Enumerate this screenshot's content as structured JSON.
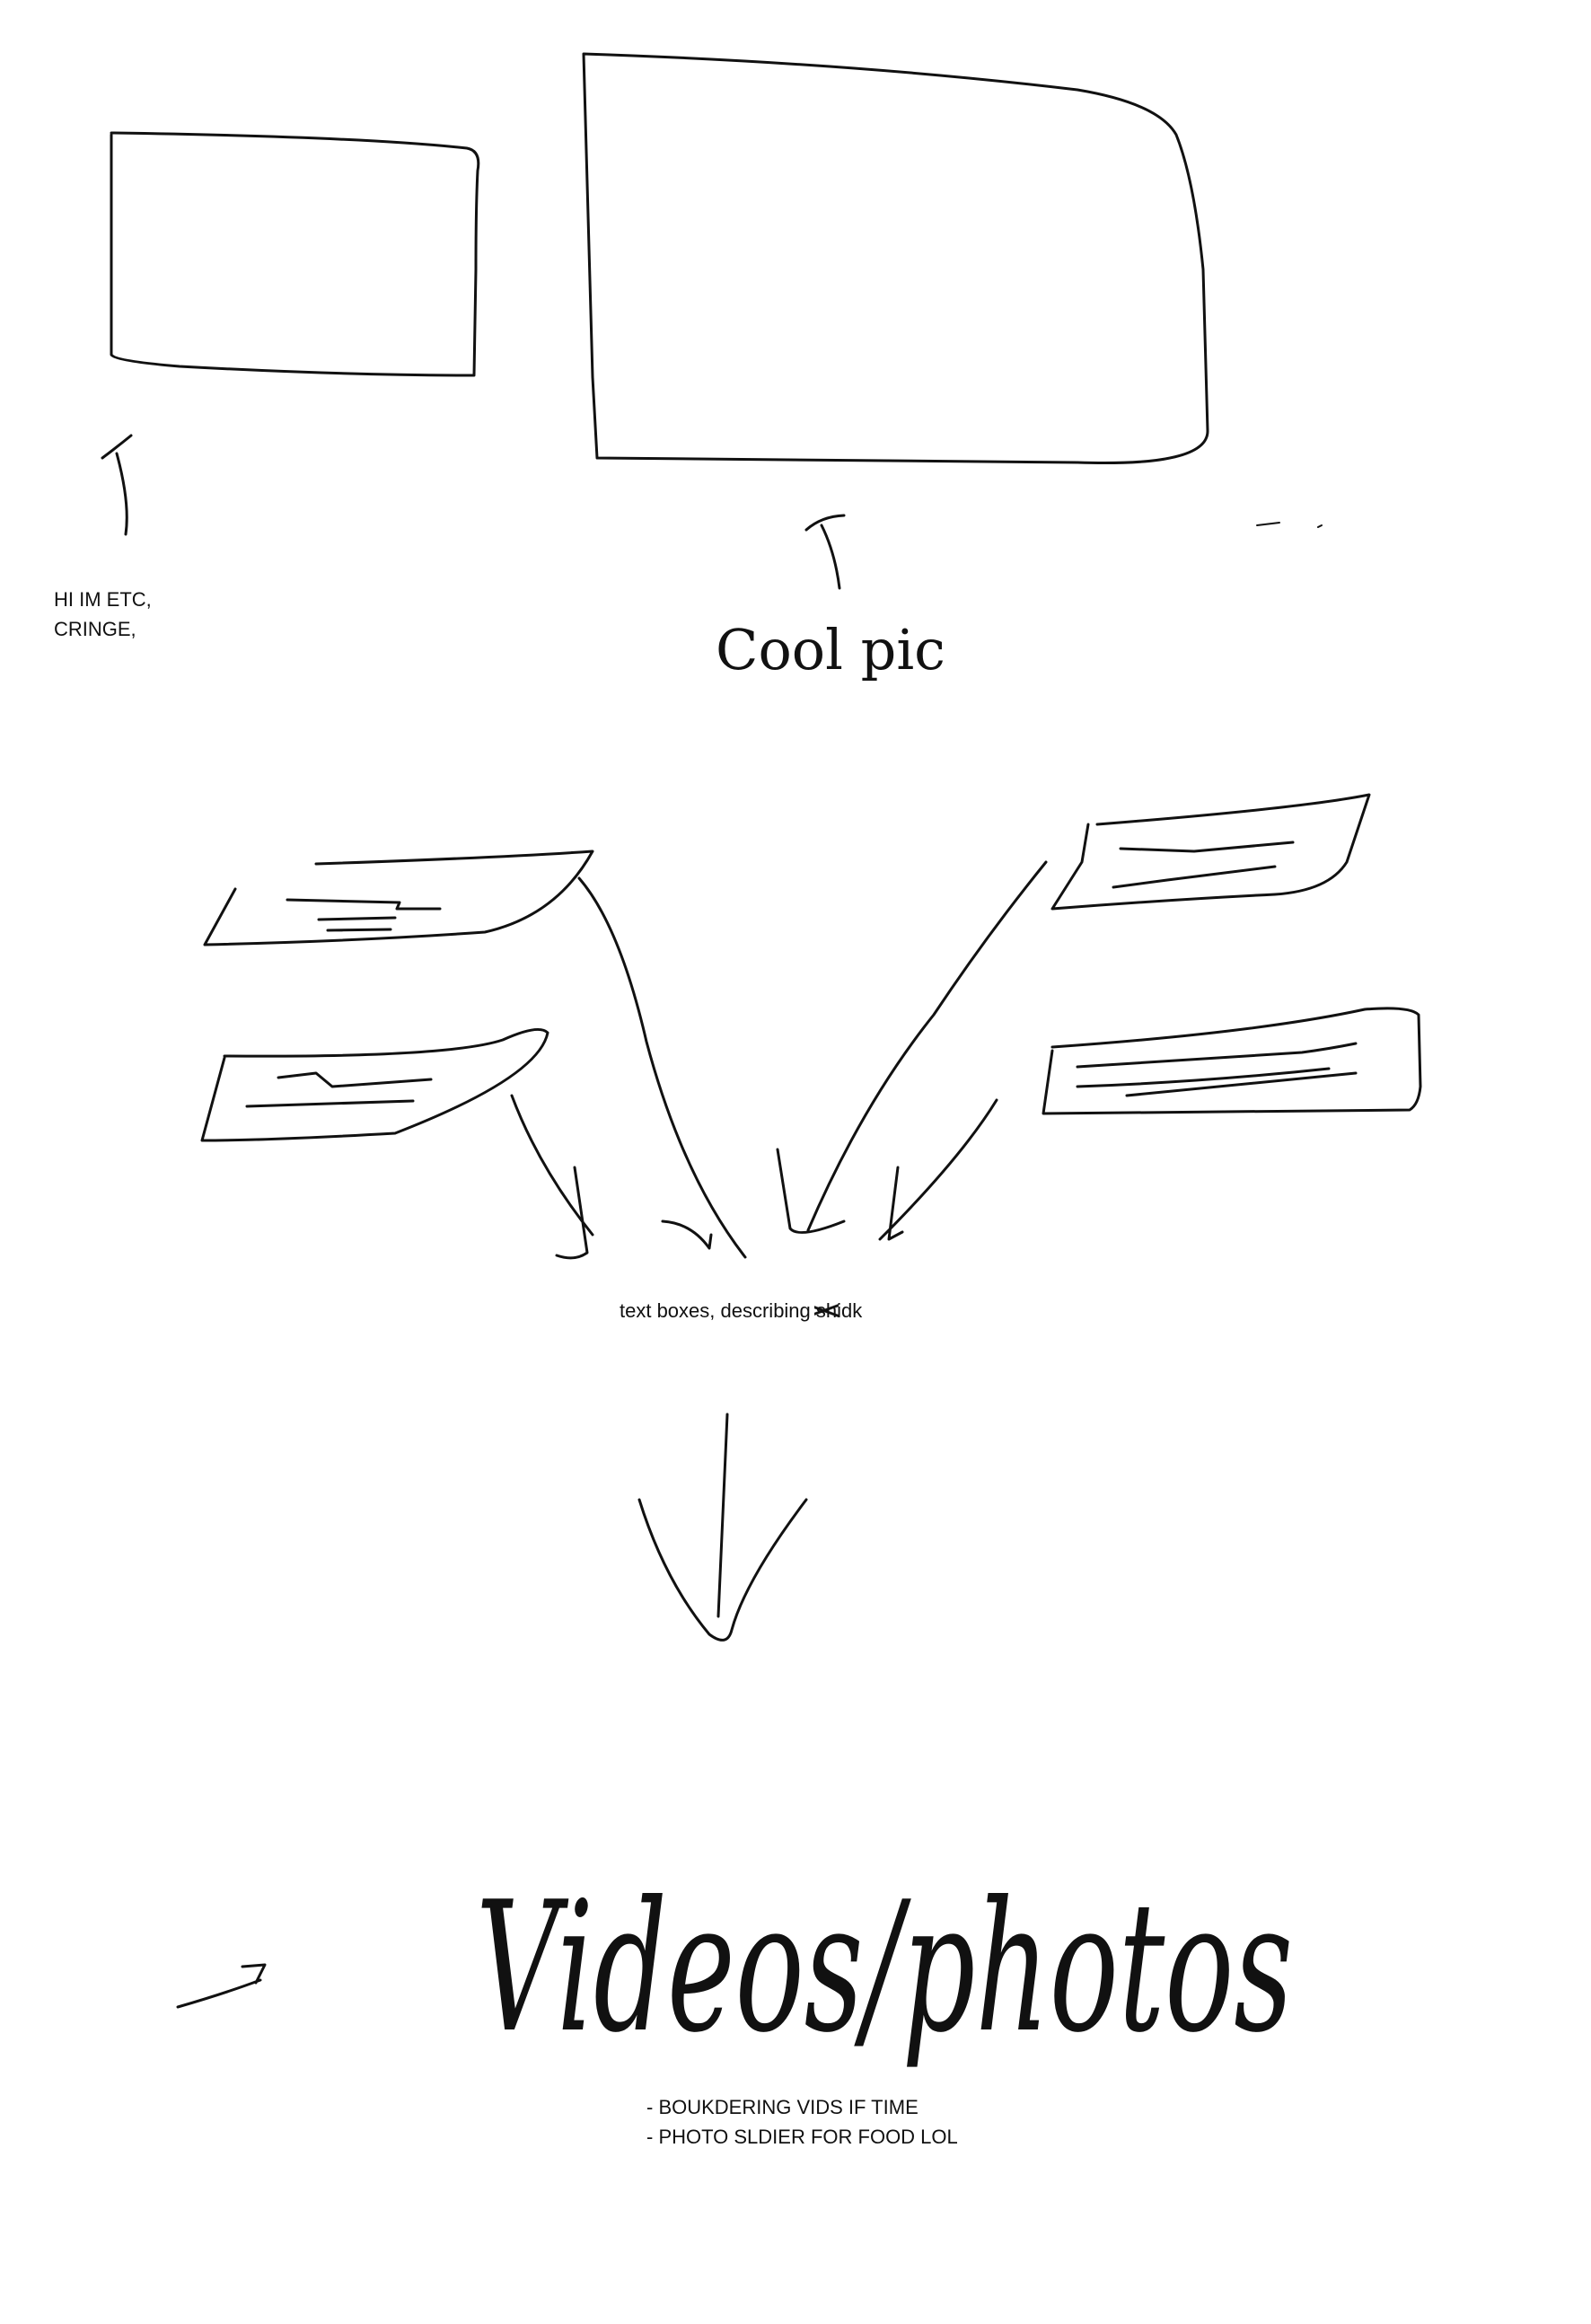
{
  "intro_note": {
    "line1": "HI IM ETC,",
    "line2": "CRINGE,"
  },
  "cool_pic_label": "Cool pic",
  "text_boxes_note": {
    "before": "text boxes, describing ",
    "struck": "sh",
    "after": "idk"
  },
  "videos_photos_label": "Videos/photos",
  "todo": {
    "line1": "- BOUKDERING VIDS IF TIME",
    "line2": "- PHOTO SLDIER FOR FOOD LOL"
  },
  "ink_color": "#111111"
}
